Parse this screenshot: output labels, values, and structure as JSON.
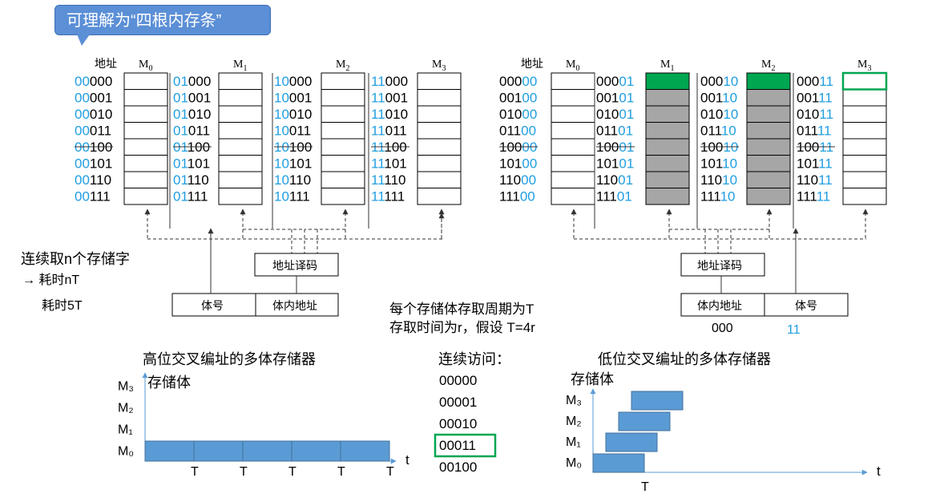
{
  "callout": "可理解为“四根内存条”",
  "colors": {
    "blue": "#1f9ee0",
    "black": "#000000",
    "green": "#00a651",
    "gray": "#a6a6a6",
    "bar_blue": "#5b9bd5",
    "highlight": "#00a651"
  },
  "left_diagram": {
    "col_label": "地址",
    "banks": [
      {
        "m": "M",
        "sub": "0",
        "prefix": "00",
        "suffixes": [
          "000",
          "001",
          "010",
          "011",
          "100",
          "101",
          "110",
          "111"
        ]
      },
      {
        "m": "M",
        "sub": "1",
        "prefix": "01",
        "suffixes": [
          "000",
          "001",
          "010",
          "011",
          "100",
          "101",
          "110",
          "111"
        ]
      },
      {
        "m": "M",
        "sub": "2",
        "prefix": "10",
        "suffixes": [
          "000",
          "001",
          "010",
          "011",
          "100",
          "101",
          "110",
          "111"
        ]
      },
      {
        "m": "M",
        "sub": "3",
        "prefix": "11",
        "suffixes": [
          "000",
          "001",
          "010",
          "011",
          "100",
          "101",
          "110",
          "111"
        ]
      }
    ],
    "decoder": "地址译码",
    "field_bank": "体号",
    "field_inner": "体内地址"
  },
  "right_diagram": {
    "col_label": "地址",
    "banks": [
      {
        "m": "M",
        "sub": "0",
        "suffix": "00",
        "prefixes": [
          "000",
          "001",
          "010",
          "011",
          "100",
          "101",
          "110",
          "111"
        ]
      },
      {
        "m": "M",
        "sub": "1",
        "suffix": "01",
        "prefixes": [
          "000",
          "001",
          "010",
          "011",
          "100",
          "101",
          "110",
          "111"
        ]
      },
      {
        "m": "M",
        "sub": "2",
        "suffix": "10",
        "prefixes": [
          "000",
          "001",
          "010",
          "011",
          "100",
          "101",
          "110",
          "111"
        ]
      },
      {
        "m": "M",
        "sub": "3",
        "suffix": "11",
        "prefixes": [
          "000",
          "001",
          "010",
          "011",
          "100",
          "101",
          "110",
          "111"
        ]
      }
    ],
    "decoder": "地址译码",
    "field_inner": "体内地址",
    "field_bank": "体号",
    "inner_value": "000",
    "bank_value": "11"
  },
  "notes": {
    "continuous": "连续取n个存储字",
    "cost_n": "→ 耗时nT",
    "cost_5": "耗时5T",
    "cycle_line1": "每个存储体存取周期为T",
    "cycle_line2": "存取时间为r，假设 T=4r"
  },
  "high_chart": {
    "title": "高位交叉编址的多体存储器",
    "ylabel": "存储体",
    "x_axis_label": "t",
    "y_ticks": [
      "M₃",
      "M₂",
      "M₁",
      "M₀"
    ],
    "x_ticks": [
      "T",
      "T",
      "T",
      "T",
      "T"
    ],
    "bars": [
      {
        "bank": 0,
        "start": 0,
        "end": 1
      },
      {
        "bank": 0,
        "start": 1,
        "end": 2
      },
      {
        "bank": 0,
        "start": 2,
        "end": 3
      },
      {
        "bank": 0,
        "start": 3,
        "end": 4
      },
      {
        "bank": 0,
        "start": 4,
        "end": 5
      }
    ]
  },
  "access_list": {
    "title": "连续访问：",
    "items": [
      "00000",
      "00001",
      "00010",
      "00011",
      "00100"
    ],
    "highlight_index": 3
  },
  "low_chart": {
    "title": "低位交叉编址的多体存储器",
    "ylabel": "存储体",
    "x_axis_label": "t",
    "y_ticks": [
      "M₃",
      "M₂",
      "M₁",
      "M₀"
    ],
    "x_ticks": [
      "T"
    ],
    "bars": [
      {
        "bank": 0,
        "start": 0,
        "end": 1
      },
      {
        "bank": 1,
        "start": 0.25,
        "end": 1.25
      },
      {
        "bank": 2,
        "start": 0.5,
        "end": 1.5
      },
      {
        "bank": 3,
        "start": 0.75,
        "end": 1.75
      }
    ]
  }
}
